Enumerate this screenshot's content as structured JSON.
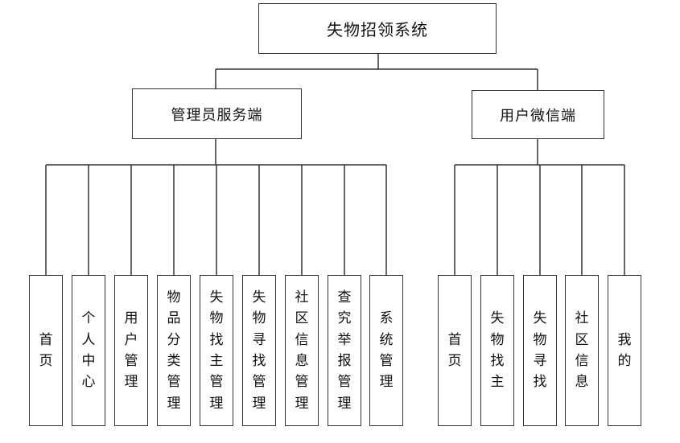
{
  "diagram": {
    "root": {
      "label": "失物招领系统"
    },
    "branches": [
      {
        "key": "admin",
        "label": "管理员服务端",
        "children": [
          "首页",
          "个人中心",
          "用户管理",
          "物品分类管理",
          "失物找主管理",
          "失物寻找管理",
          "社区信息管理",
          "查究举报管理",
          "系统管理"
        ]
      },
      {
        "key": "wechat",
        "label": "用户微信端",
        "children": [
          "首页",
          "失物找主",
          "失物寻找",
          "社区信息",
          "我的"
        ]
      }
    ]
  }
}
